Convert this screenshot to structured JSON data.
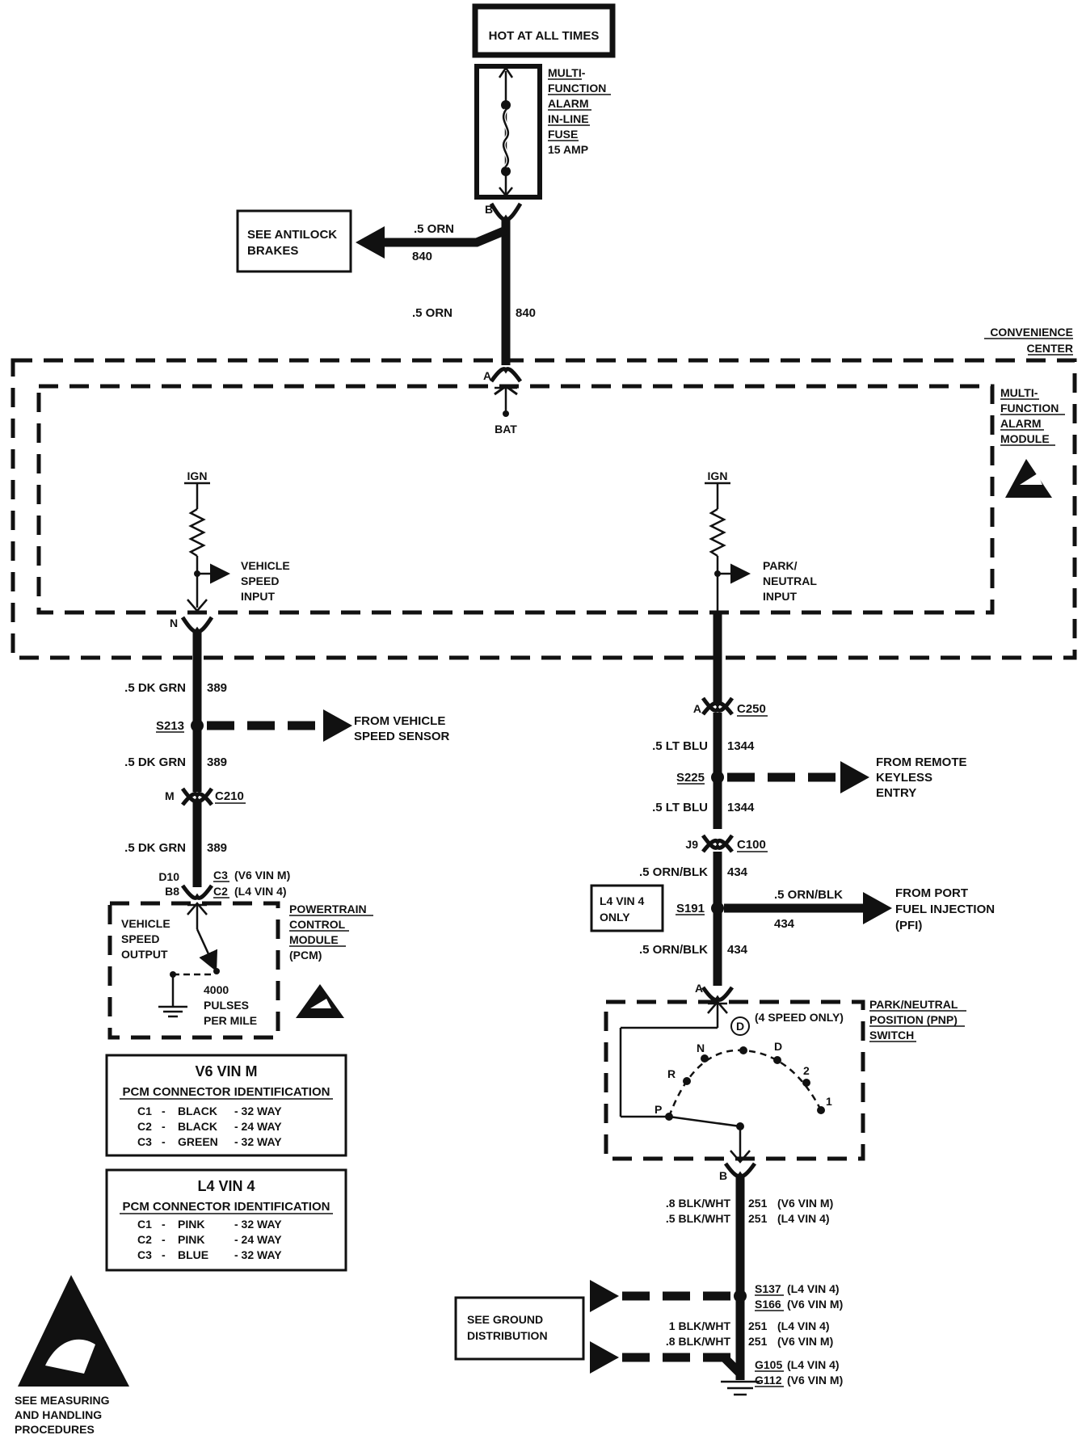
{
  "power": {
    "source": "HOT AT ALL TIMES",
    "fuse": [
      "MULTI-",
      "FUNCTION",
      "ALARM",
      "IN-LINE",
      "FUSE",
      "15 AMP"
    ],
    "fuse_pin": "B"
  },
  "antilock": {
    "box": [
      "SEE ANTILOCK",
      "BRAKES"
    ],
    "wire_color": ".5 ORN",
    "circuit": "840"
  },
  "feed": {
    "wire_color": ".5 ORN",
    "circuit": "840"
  },
  "convenience_center": [
    "CONVENIENCE",
    "CENTER"
  ],
  "module": {
    "name": [
      "MULTI-",
      "FUNCTION",
      "ALARM",
      "MODULE"
    ],
    "bat_pin": "A",
    "bat_label": "BAT",
    "ign_left": "IGN",
    "ign_right": "IGN",
    "vss_input": [
      "VEHICLE",
      "SPEED",
      "INPUT"
    ],
    "pn_input": [
      "PARK/",
      "NEUTRAL",
      "INPUT"
    ],
    "pin_n": "N"
  },
  "left_branch": {
    "w1": {
      "color": ".5 DK GRN",
      "circuit": "389"
    },
    "splice": "S213",
    "from_vss": [
      "FROM VEHICLE",
      "SPEED SENSOR"
    ],
    "w2": {
      "color": ".5 DK GRN",
      "circuit": "389"
    },
    "c210_pin": "M",
    "c210": "C210",
    "w3": {
      "color": ".5 DK GRN",
      "circuit": "389"
    },
    "pcm_pins": [
      "D10",
      "B8"
    ],
    "pcm_conn": [
      {
        "id": "C3",
        "note": "(V6 VIN M)"
      },
      {
        "id": "C2",
        "note": "(L4 VIN 4)"
      }
    ],
    "pcm_name": [
      "POWERTRAIN",
      "CONTROL",
      "MODULE",
      "(PCM)"
    ],
    "vss_output": [
      "VEHICLE",
      "SPEED",
      "OUTPUT"
    ],
    "pulses": [
      "4000",
      "PULSES",
      "PER MILE"
    ]
  },
  "tables": [
    {
      "title": "V6  VIN M",
      "subtitle": "PCM CONNECTOR IDENTIFICATION",
      "rows": [
        [
          "C1",
          "-",
          "BLACK",
          "- 32 WAY"
        ],
        [
          "C2",
          "-",
          "BLACK",
          "- 24 WAY"
        ],
        [
          "C3",
          "-",
          "GREEN",
          "- 32 WAY"
        ]
      ]
    },
    {
      "title": "L4  VIN 4",
      "subtitle": "PCM CONNECTOR IDENTIFICATION",
      "rows": [
        [
          "C1",
          "-",
          "PINK",
          "- 32 WAY"
        ],
        [
          "C2",
          "-",
          "PINK",
          "- 24 WAY"
        ],
        [
          "C3",
          "-",
          "BLUE",
          "- 32 WAY"
        ]
      ]
    }
  ],
  "esd_note": [
    "SEE MEASURING",
    "AND HANDLING",
    "PROCEDURES"
  ],
  "right_branch": {
    "c250_pin": "A",
    "c250": "C250",
    "w1": {
      "color": ".5 LT BLU",
      "circuit": "1344"
    },
    "splice": "S225",
    "from_rke": [
      "FROM REMOTE",
      "KEYLESS",
      "ENTRY"
    ],
    "w2": {
      "color": ".5 LT BLU",
      "circuit": "1344"
    },
    "c100_pin": "J9",
    "c100": "C100",
    "w3": {
      "color": ".5 ORN/BLK",
      "circuit": "434"
    },
    "only_box": [
      "L4 VIN 4",
      "ONLY"
    ],
    "s191": "S191",
    "pfi_wire": {
      "color": ".5  ORN/BLK",
      "circuit": "434"
    },
    "from_pfi": [
      "FROM PORT",
      "FUEL INJECTION",
      "(PFI)"
    ],
    "w4": {
      "color": ".5 ORN/BLK",
      "circuit": "434"
    },
    "pnp_pin_a": "A",
    "four_speed": "(4 SPEED ONLY)",
    "pnp_name": [
      "PARK/NEUTRAL",
      "POSITION (PNP)",
      "SWITCH"
    ],
    "positions": [
      "N",
      "D",
      "D",
      "R",
      "2",
      "P",
      "1"
    ],
    "pnp_pin_b": "B",
    "g1": [
      {
        "color": ".8 BLK/WHT",
        "circuit": "251",
        "note": "(V6  VIN M)"
      },
      {
        "color": ".5 BLK/WHT",
        "circuit": "251",
        "note": "(L4  VIN 4)"
      }
    ],
    "splices": [
      {
        "id": "S137",
        "note": "(L4  VIN 4)"
      },
      {
        "id": "S166",
        "note": "(V6  VIN M)"
      }
    ],
    "ground_box": [
      "SEE GROUND",
      "DISTRIBUTION"
    ],
    "g2": [
      {
        "color": "1 BLK/WHT",
        "circuit": "251",
        "note": "(L4  VIN 4)"
      },
      {
        "color": ".8 BLK/WHT",
        "circuit": "251",
        "note": "(V6  VIN M)"
      }
    ],
    "grounds": [
      {
        "id": "G105",
        "note": "(L4  VIN 4)"
      },
      {
        "id": "G112",
        "note": "(V6  VIN M)"
      }
    ]
  }
}
